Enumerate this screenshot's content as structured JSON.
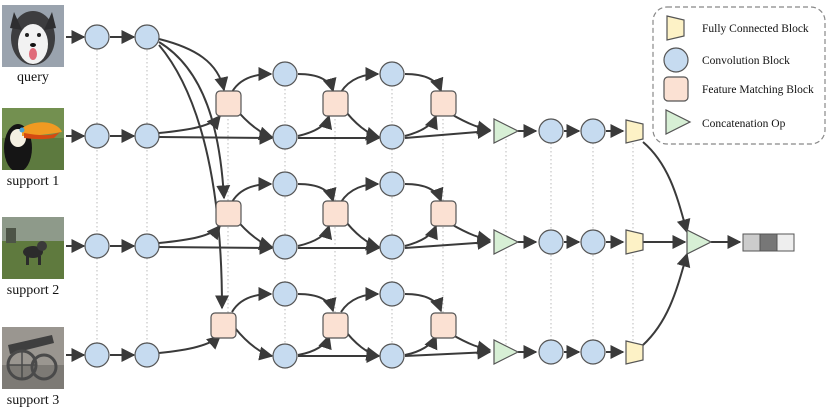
{
  "images": {
    "query": {
      "label": "query",
      "icon": "husky-photo"
    },
    "support1": {
      "label": "support 1",
      "icon": "toucan-photo"
    },
    "support2": {
      "label": "support 2",
      "icon": "dog-on-grass-photo"
    },
    "support3": {
      "label": "support 3",
      "icon": "cannon-photo"
    }
  },
  "legend": {
    "fc": "Fully Connected Block",
    "conv": "Convolution Block",
    "fm": "Feature Matching Block",
    "concat": "Concatenation Op"
  },
  "colors": {
    "conv_fill": "#c6dbf0",
    "fm_fill": "#fbe1d3",
    "fc_fill": "#fdf2c6",
    "concat_fill": "#d7efd5",
    "stroke": "#555555",
    "edge": "#3a3a3a",
    "legend_border": "#888888",
    "output_cells": [
      "#cccccc",
      "#777777",
      "#eeeeee"
    ]
  }
}
